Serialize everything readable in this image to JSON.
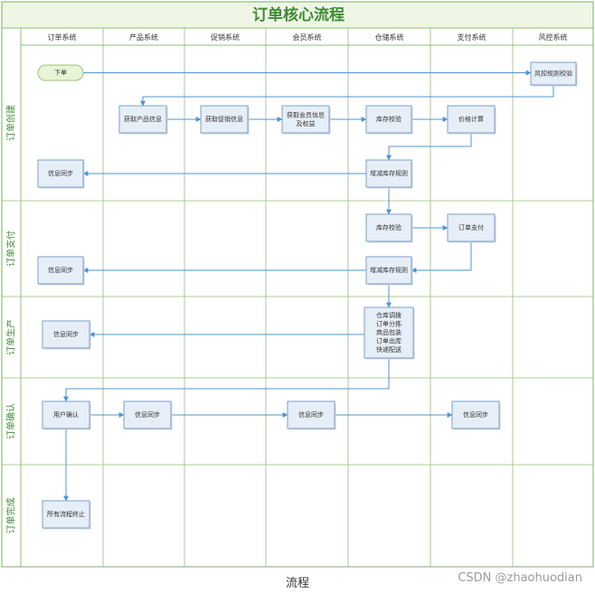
{
  "title": "订单核心流程",
  "columns": [
    "订单系统",
    "产品系统",
    "促销系统",
    "会员系统",
    "仓储系统",
    "支付系统",
    "风控系统"
  ],
  "lanes": [
    "订单创建",
    "订单支付",
    "订单生产",
    "订单确认",
    "订单完成"
  ],
  "nodes": [
    {
      "id": "start",
      "lines": [
        "下单"
      ],
      "shape": "pill"
    },
    {
      "id": "risk",
      "lines": [
        "风控规则校验"
      ]
    },
    {
      "id": "product",
      "lines": [
        "获取产品信息"
      ]
    },
    {
      "id": "promo",
      "lines": [
        "获取促销信息"
      ]
    },
    {
      "id": "member",
      "lines": [
        "获取会员信息",
        "及权益"
      ]
    },
    {
      "id": "stock1",
      "lines": [
        "库存校验"
      ]
    },
    {
      "id": "price",
      "lines": [
        "价格计算"
      ]
    },
    {
      "id": "sync1",
      "lines": [
        "信息同步"
      ]
    },
    {
      "id": "deduct1",
      "lines": [
        "增减库存规则"
      ]
    },
    {
      "id": "stock2",
      "lines": [
        "库存校验"
      ]
    },
    {
      "id": "pay",
      "lines": [
        "订单支付"
      ]
    },
    {
      "id": "sync2",
      "lines": [
        "信息同步"
      ]
    },
    {
      "id": "deduct2",
      "lines": [
        "增减库存规则"
      ]
    },
    {
      "id": "warehouse",
      "lines": [
        "仓库调拨",
        "订单分拣",
        "商品包装",
        "订单出库",
        "快递配送"
      ]
    },
    {
      "id": "sync3",
      "lines": [
        "信息同步"
      ]
    },
    {
      "id": "confirm",
      "lines": [
        "用户确认"
      ]
    },
    {
      "id": "sync4",
      "lines": [
        "信息同步"
      ]
    },
    {
      "id": "sync5",
      "lines": [
        "信息同步"
      ]
    },
    {
      "id": "sync6",
      "lines": [
        "信息同步"
      ]
    },
    {
      "id": "end",
      "lines": [
        "所有流程终止"
      ]
    }
  ],
  "caption": "流程",
  "watermark": "CSDN @zhaohuodian",
  "colors": {
    "frame": "#8fbf7a",
    "header_fill": "#eef6e6",
    "title_text": "#3f8a34",
    "box_fill": "#e6eef8",
    "box_stroke": "#7ea0c8",
    "pill_fill": "#eaf5d8",
    "pill_stroke": "#9cc07a",
    "arrow": "#4f95d2",
    "text": "#333333"
  }
}
